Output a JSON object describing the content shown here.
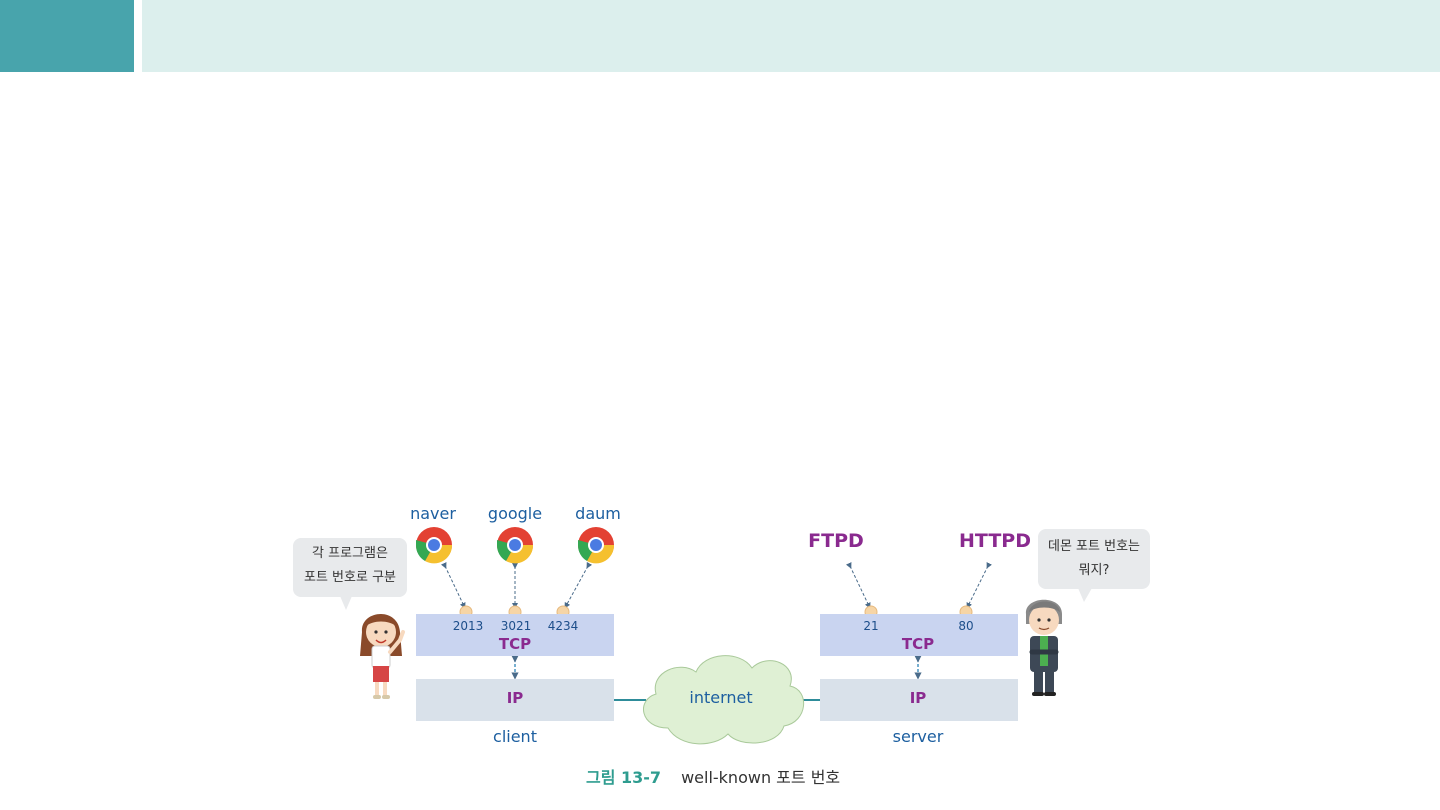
{
  "client": {
    "label": "client",
    "apps": [
      "naver",
      "google",
      "daum"
    ],
    "ports": [
      "2013",
      "3021",
      "4234"
    ],
    "tcp_label": "TCP",
    "ip_label": "IP",
    "speech": [
      "각 프로그램은",
      "포트 번호로 구분"
    ]
  },
  "server": {
    "label": "server",
    "daemons": [
      "FTPD",
      "HTTPD"
    ],
    "ports": [
      "21",
      "80"
    ],
    "tcp_label": "TCP",
    "ip_label": "IP",
    "speech": [
      "데몬 포트 번호는",
      "뭐지?"
    ]
  },
  "network": {
    "label": "internet"
  },
  "caption": {
    "number": "그림 13-7",
    "text": "well-known 포트 번호"
  },
  "colors": {
    "header_accent": "#48a4ac",
    "header_bar": "#dcefed",
    "tcp_layer": "#c9d4f0",
    "ip_layer": "#d9e1ea",
    "layer_text": "#8a2a8f",
    "label_text": "#1d5fa0",
    "cloud_fill": "#dff0d4"
  }
}
